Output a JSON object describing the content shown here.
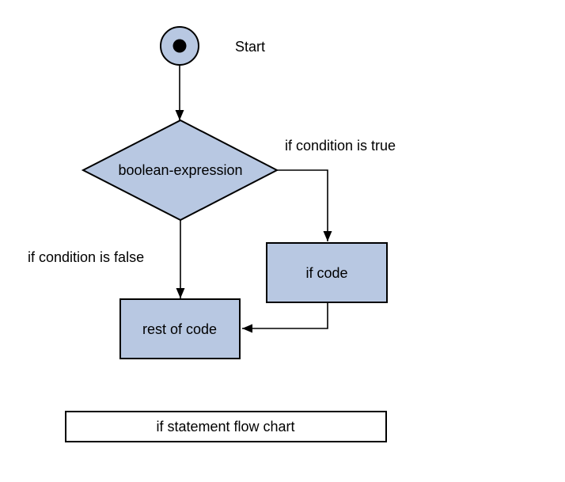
{
  "title": "if statement flow chart",
  "nodes": {
    "start": {
      "label": "Start"
    },
    "decision": {
      "label": "boolean-expression"
    },
    "if_code": {
      "label": "if code"
    },
    "rest_of_code": {
      "label": "rest of code"
    }
  },
  "edges": {
    "true_branch": {
      "label": "if condition is true"
    },
    "false_branch": {
      "label": "if condition is false"
    }
  },
  "colors": {
    "node_fill": "#b8c8e2",
    "node_stroke": "#000000",
    "edge_color": "#000000",
    "title_box_fill": "#ffffff",
    "text_color": "#000000",
    "background": "#ffffff"
  }
}
